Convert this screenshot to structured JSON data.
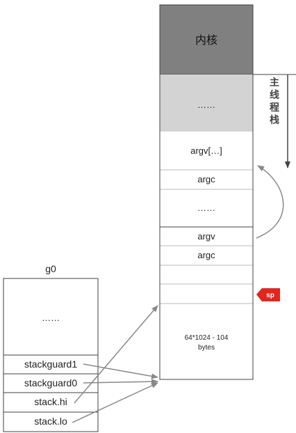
{
  "stack": {
    "kernel_label": "内核",
    "main_stack_ellipsis": "……",
    "argv_array_label": "argv[…]",
    "argc_upper_label": "argc",
    "middle_ellipsis": "……",
    "argv_label": "argv",
    "argc_lower_label": "argc",
    "reserved_label_line1": "64*1024 - 104",
    "reserved_label_line2": "bytes"
  },
  "main_stack_label": [
    "主",
    "线",
    "程",
    "栈"
  ],
  "sp_badge": "sp",
  "g0": {
    "title": "g0",
    "ellipsis": "……",
    "fields": {
      "stackguard1": "stackguard1",
      "stackguard0": "stackguard0",
      "stack_hi": "stack.hi",
      "stack_lo": "stack.lo"
    }
  },
  "colors": {
    "kernel_fill": "#808080",
    "main_stack_fill": "#d3d3d3",
    "cell_border": "#404040",
    "cell_separator": "#bbbbbb",
    "arrow": "#888888",
    "sp_badge": "#e0261f"
  }
}
